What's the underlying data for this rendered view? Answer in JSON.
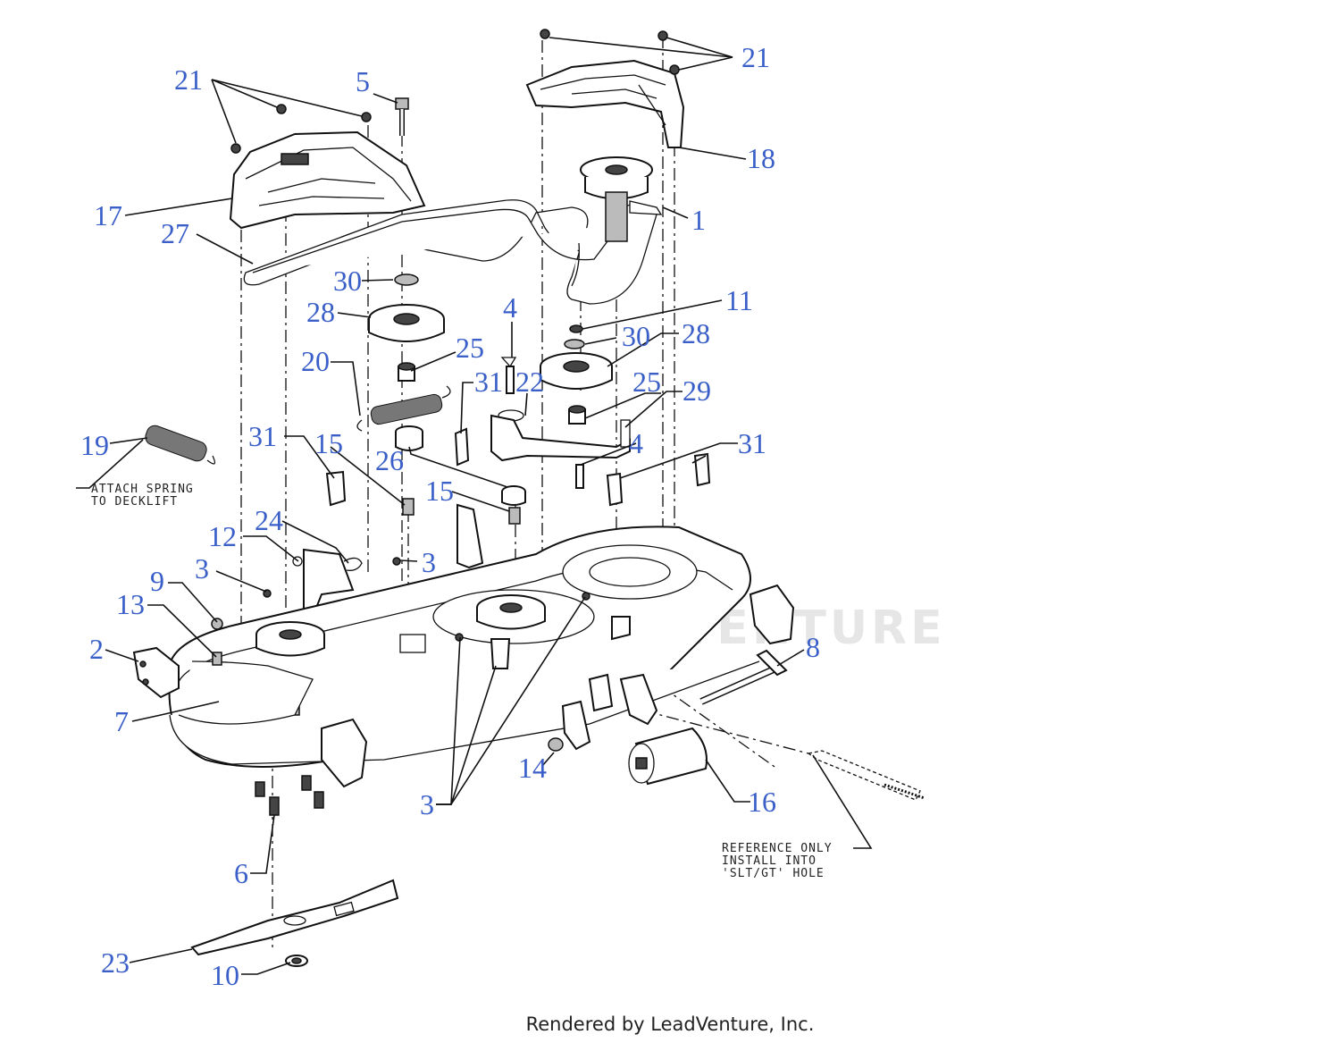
{
  "callouts": [
    {
      "id": "c21a",
      "text": "21"
    },
    {
      "id": "c5",
      "text": "5"
    },
    {
      "id": "c21b",
      "text": "21"
    },
    {
      "id": "c18",
      "text": "18"
    },
    {
      "id": "c17",
      "text": "17"
    },
    {
      "id": "c27",
      "text": "27"
    },
    {
      "id": "c1",
      "text": "1"
    },
    {
      "id": "c30a",
      "text": "30"
    },
    {
      "id": "c28a",
      "text": "28"
    },
    {
      "id": "c4a",
      "text": "4"
    },
    {
      "id": "c11",
      "text": "11"
    },
    {
      "id": "c30b",
      "text": "30"
    },
    {
      "id": "c28b",
      "text": "28"
    },
    {
      "id": "c25a",
      "text": "25"
    },
    {
      "id": "c20",
      "text": "20"
    },
    {
      "id": "c31a",
      "text": "31"
    },
    {
      "id": "c22",
      "text": "22"
    },
    {
      "id": "c25b",
      "text": "25"
    },
    {
      "id": "c29",
      "text": "29"
    },
    {
      "id": "c19",
      "text": "19"
    },
    {
      "id": "c31b",
      "text": "31"
    },
    {
      "id": "c15a",
      "text": "15"
    },
    {
      "id": "c26",
      "text": "26"
    },
    {
      "id": "c4b",
      "text": "4"
    },
    {
      "id": "c31c",
      "text": "31"
    },
    {
      "id": "c15b",
      "text": "15"
    },
    {
      "id": "c24",
      "text": "24"
    },
    {
      "id": "c12",
      "text": "12"
    },
    {
      "id": "c3a",
      "text": "3"
    },
    {
      "id": "c3b",
      "text": "3"
    },
    {
      "id": "c9",
      "text": "9"
    },
    {
      "id": "c13",
      "text": "13"
    },
    {
      "id": "c2",
      "text": "2"
    },
    {
      "id": "c8",
      "text": "8"
    },
    {
      "id": "c7",
      "text": "7"
    },
    {
      "id": "c14",
      "text": "14"
    },
    {
      "id": "c16",
      "text": "16"
    },
    {
      "id": "c3c",
      "text": "3"
    },
    {
      "id": "c6",
      "text": "6"
    },
    {
      "id": "c23",
      "text": "23"
    },
    {
      "id": "c10",
      "text": "10"
    }
  ],
  "notes": {
    "spring_line1": "ATTACH SPRING",
    "spring_line2": "TO DECKLIFT",
    "ref_line1": "REFERENCE ONLY",
    "ref_line2": "INSTALL INTO",
    "ref_line3": "'SLT/GT' HOLE"
  },
  "watermark": "LEADVENTURE",
  "footer": "Rendered by LeadVenture, Inc.",
  "colors": {
    "callout": "#3a5fc8",
    "line": "#111111",
    "background": "#ffffff"
  }
}
